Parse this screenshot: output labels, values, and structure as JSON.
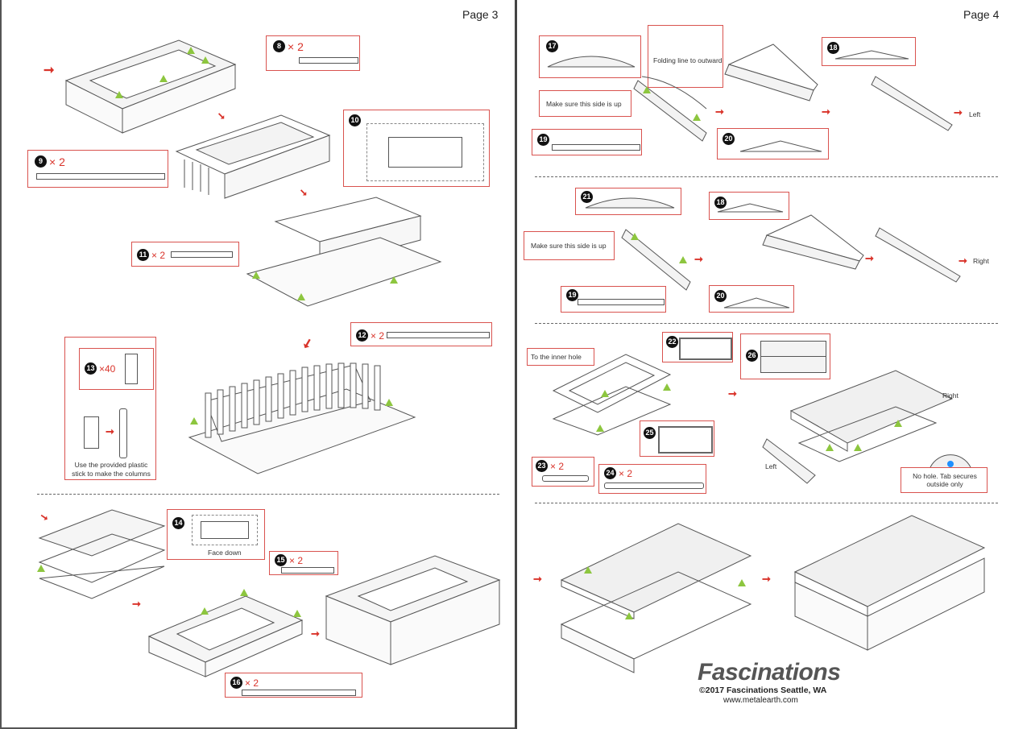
{
  "pages": [
    {
      "label": "Page 3"
    },
    {
      "label": "Page 4"
    }
  ],
  "page3": {
    "steps": [
      {
        "part": "8",
        "qty": "× 2"
      },
      {
        "part": "9",
        "qty": "× 2"
      },
      {
        "part": "10",
        "qty": ""
      },
      {
        "part": "11",
        "qty": "× 2"
      },
      {
        "part": "12",
        "qty": "× 2"
      },
      {
        "part": "13",
        "qty": "×40"
      },
      {
        "part": "14",
        "qty": ""
      },
      {
        "part": "15",
        "qty": "× 2"
      },
      {
        "part": "16",
        "qty": "× 2"
      }
    ],
    "notes": {
      "columns": "Use  the provided plastic stick to make the columns",
      "face_down": "Face down"
    }
  },
  "page4": {
    "steps": [
      {
        "part": "17"
      },
      {
        "part": "18"
      },
      {
        "part": "19"
      },
      {
        "part": "20"
      },
      {
        "part": "21"
      },
      {
        "part": "18"
      },
      {
        "part": "19"
      },
      {
        "part": "20"
      },
      {
        "part": "22"
      },
      {
        "part": "23",
        "qty": "× 2"
      },
      {
        "part": "24",
        "qty": "× 2"
      },
      {
        "part": "25"
      },
      {
        "part": "26"
      }
    ],
    "notes": {
      "folding": "Folding line to outward",
      "side_up_1": "Make  sure  this  side is up",
      "side_up_2": "Make  sure  this  side is up",
      "left_1": "Left",
      "right_1": "Right",
      "inner_hole": "To the inner hole",
      "right_2": "Right",
      "left_2": "Left",
      "no_hole": "No hole. Tab secures outside only"
    }
  },
  "footer": {
    "brand": "Fascinations",
    "copyright": "©2017 Fascinations Seattle, WA",
    "url": "www.metalearth.com"
  },
  "watermark": "FASCINATIONS"
}
